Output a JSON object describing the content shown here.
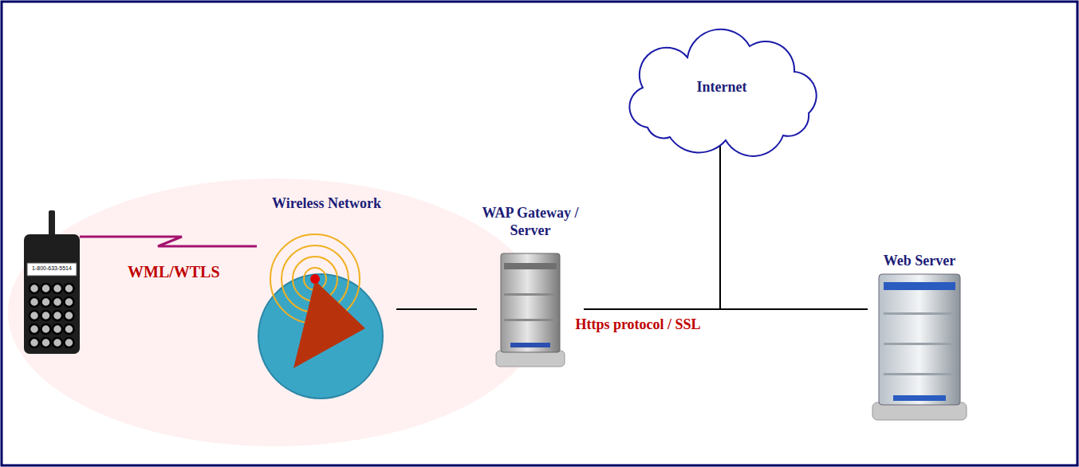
{
  "diagram": {
    "nodes": [
      {
        "text": [
          "1-800-633-5514"
        ]
      },
      {
        "text": [
          "Wireless Network"
        ]
      },
      {
        "text": [
          "WAP Gateway / Server"
        ]
      },
      {
        "text": [
          "Internet"
        ]
      },
      {
        "text": [
          "Web Server"
        ]
      }
    ],
    "edges": [
      {
        "from": 0,
        "to": 1,
        "label": "WML/WTLS",
        "arrow": "none"
      },
      {
        "from": 1,
        "to": 2,
        "arrow": "none"
      },
      {
        "from": 2,
        "to": 4,
        "label": "Https protocol / SSL",
        "arrow": "none"
      },
      {
        "from": 3,
        "to": 2,
        "arrow": "none"
      },
      {
        "from": 3,
        "to": 4,
        "arrow": "none"
      }
    ]
  }
}
